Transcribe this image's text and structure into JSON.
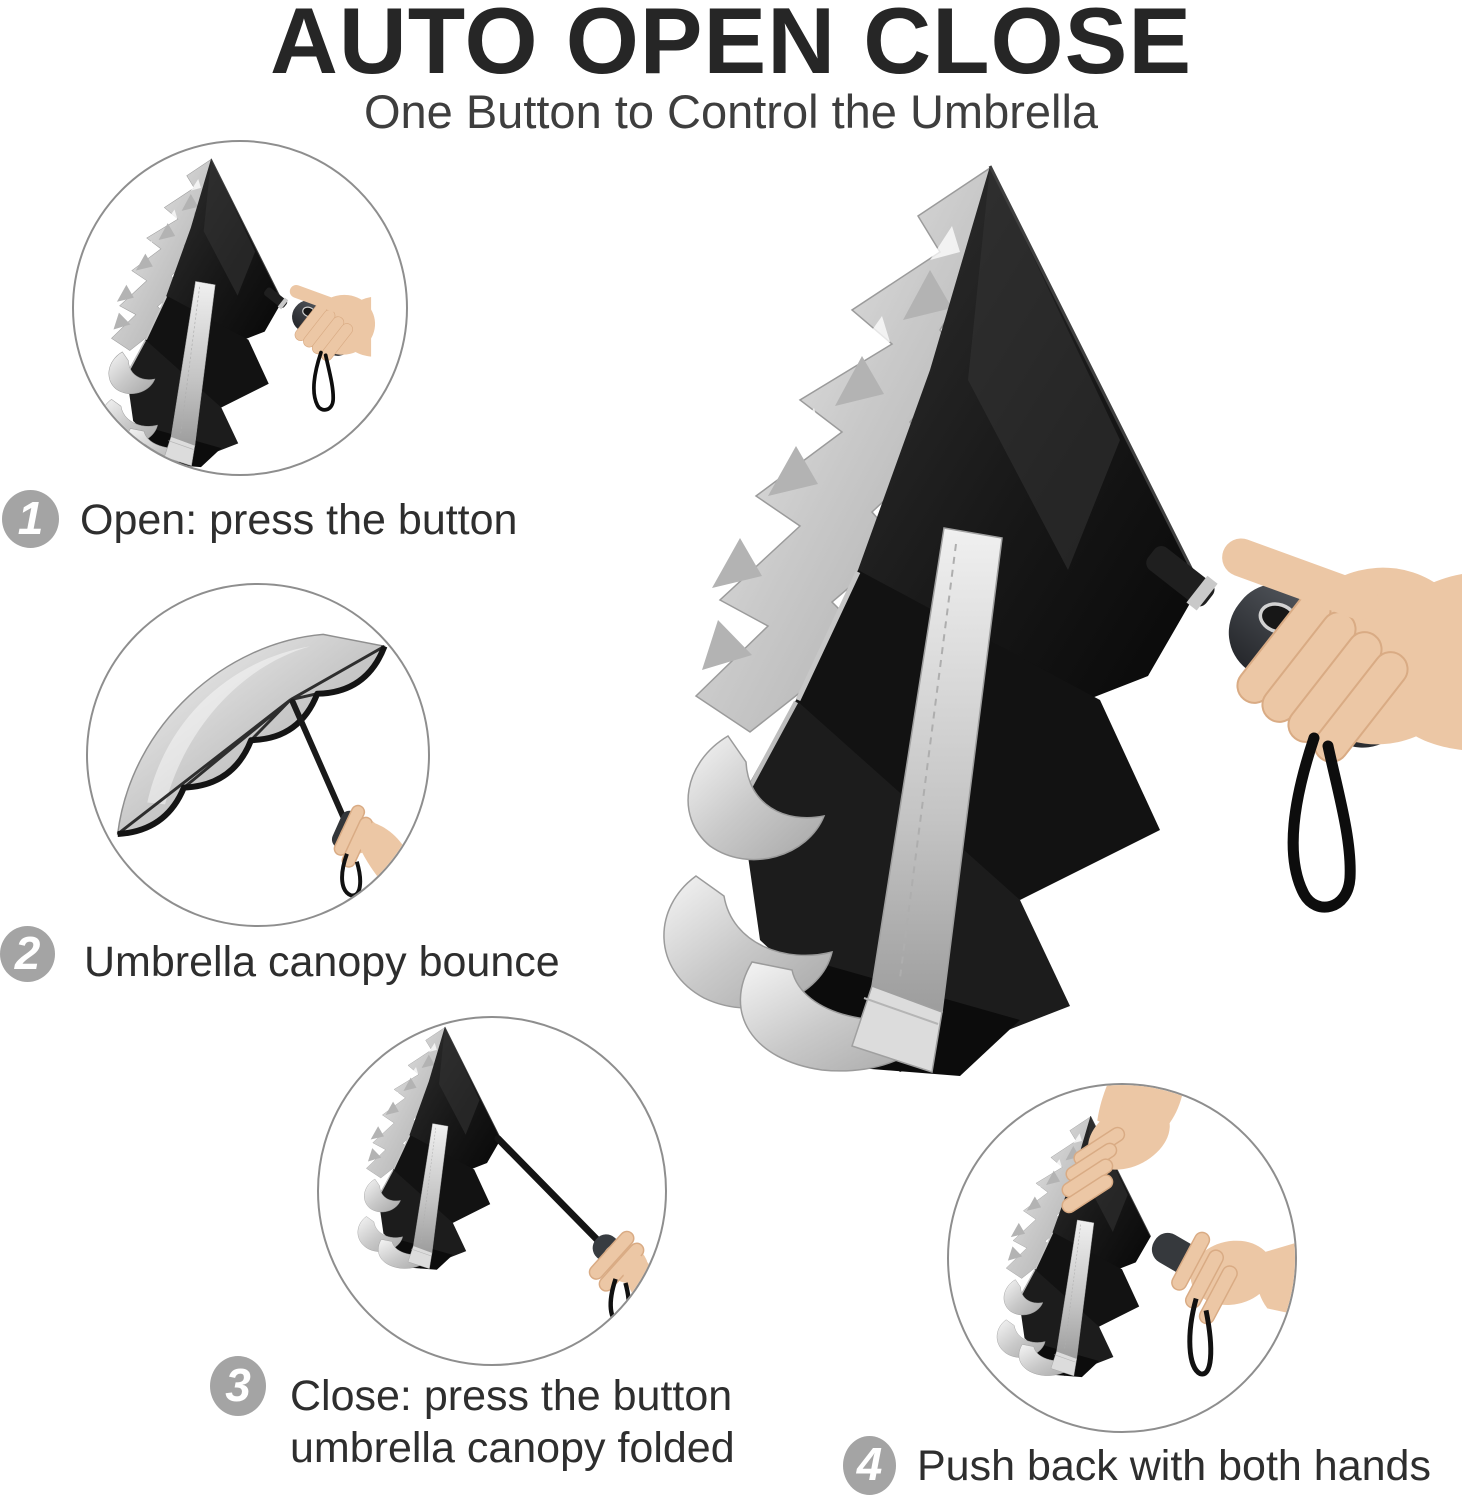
{
  "header": {
    "title": "AUTO OPEN CLOSE",
    "subtitle": "One Button to Control the Umbrella"
  },
  "steps": [
    {
      "number": "1",
      "lines": [
        "Open: press the button"
      ]
    },
    {
      "number": "2",
      "lines": [
        "Umbrella canopy bounce"
      ]
    },
    {
      "number": "3",
      "lines": [
        "Close: press the button",
        "umbrella canopy folded"
      ]
    },
    {
      "number": "4",
      "lines": [
        "Push back with both hands"
      ]
    }
  ],
  "illustrations": {
    "main": "folded-umbrella-held-by-hand",
    "circle1": "folded-umbrella-held-by-hand",
    "circle2": "open-umbrella-silver-canopy",
    "circle3": "folded-umbrella-extended-shaft",
    "circle4": "umbrella-pushed-back-with-both-hands"
  },
  "colors": {
    "title": "#262626",
    "subtitle": "#3e3e3e",
    "text": "#2e2e2e",
    "badge": "#a4a4a4",
    "ring": "#8e8e8e",
    "canopy": "#171717",
    "silver": "#c9c9c9",
    "skin": "#ecc7a5",
    "handle": "#34383c",
    "strap": "#0d0d0d"
  }
}
